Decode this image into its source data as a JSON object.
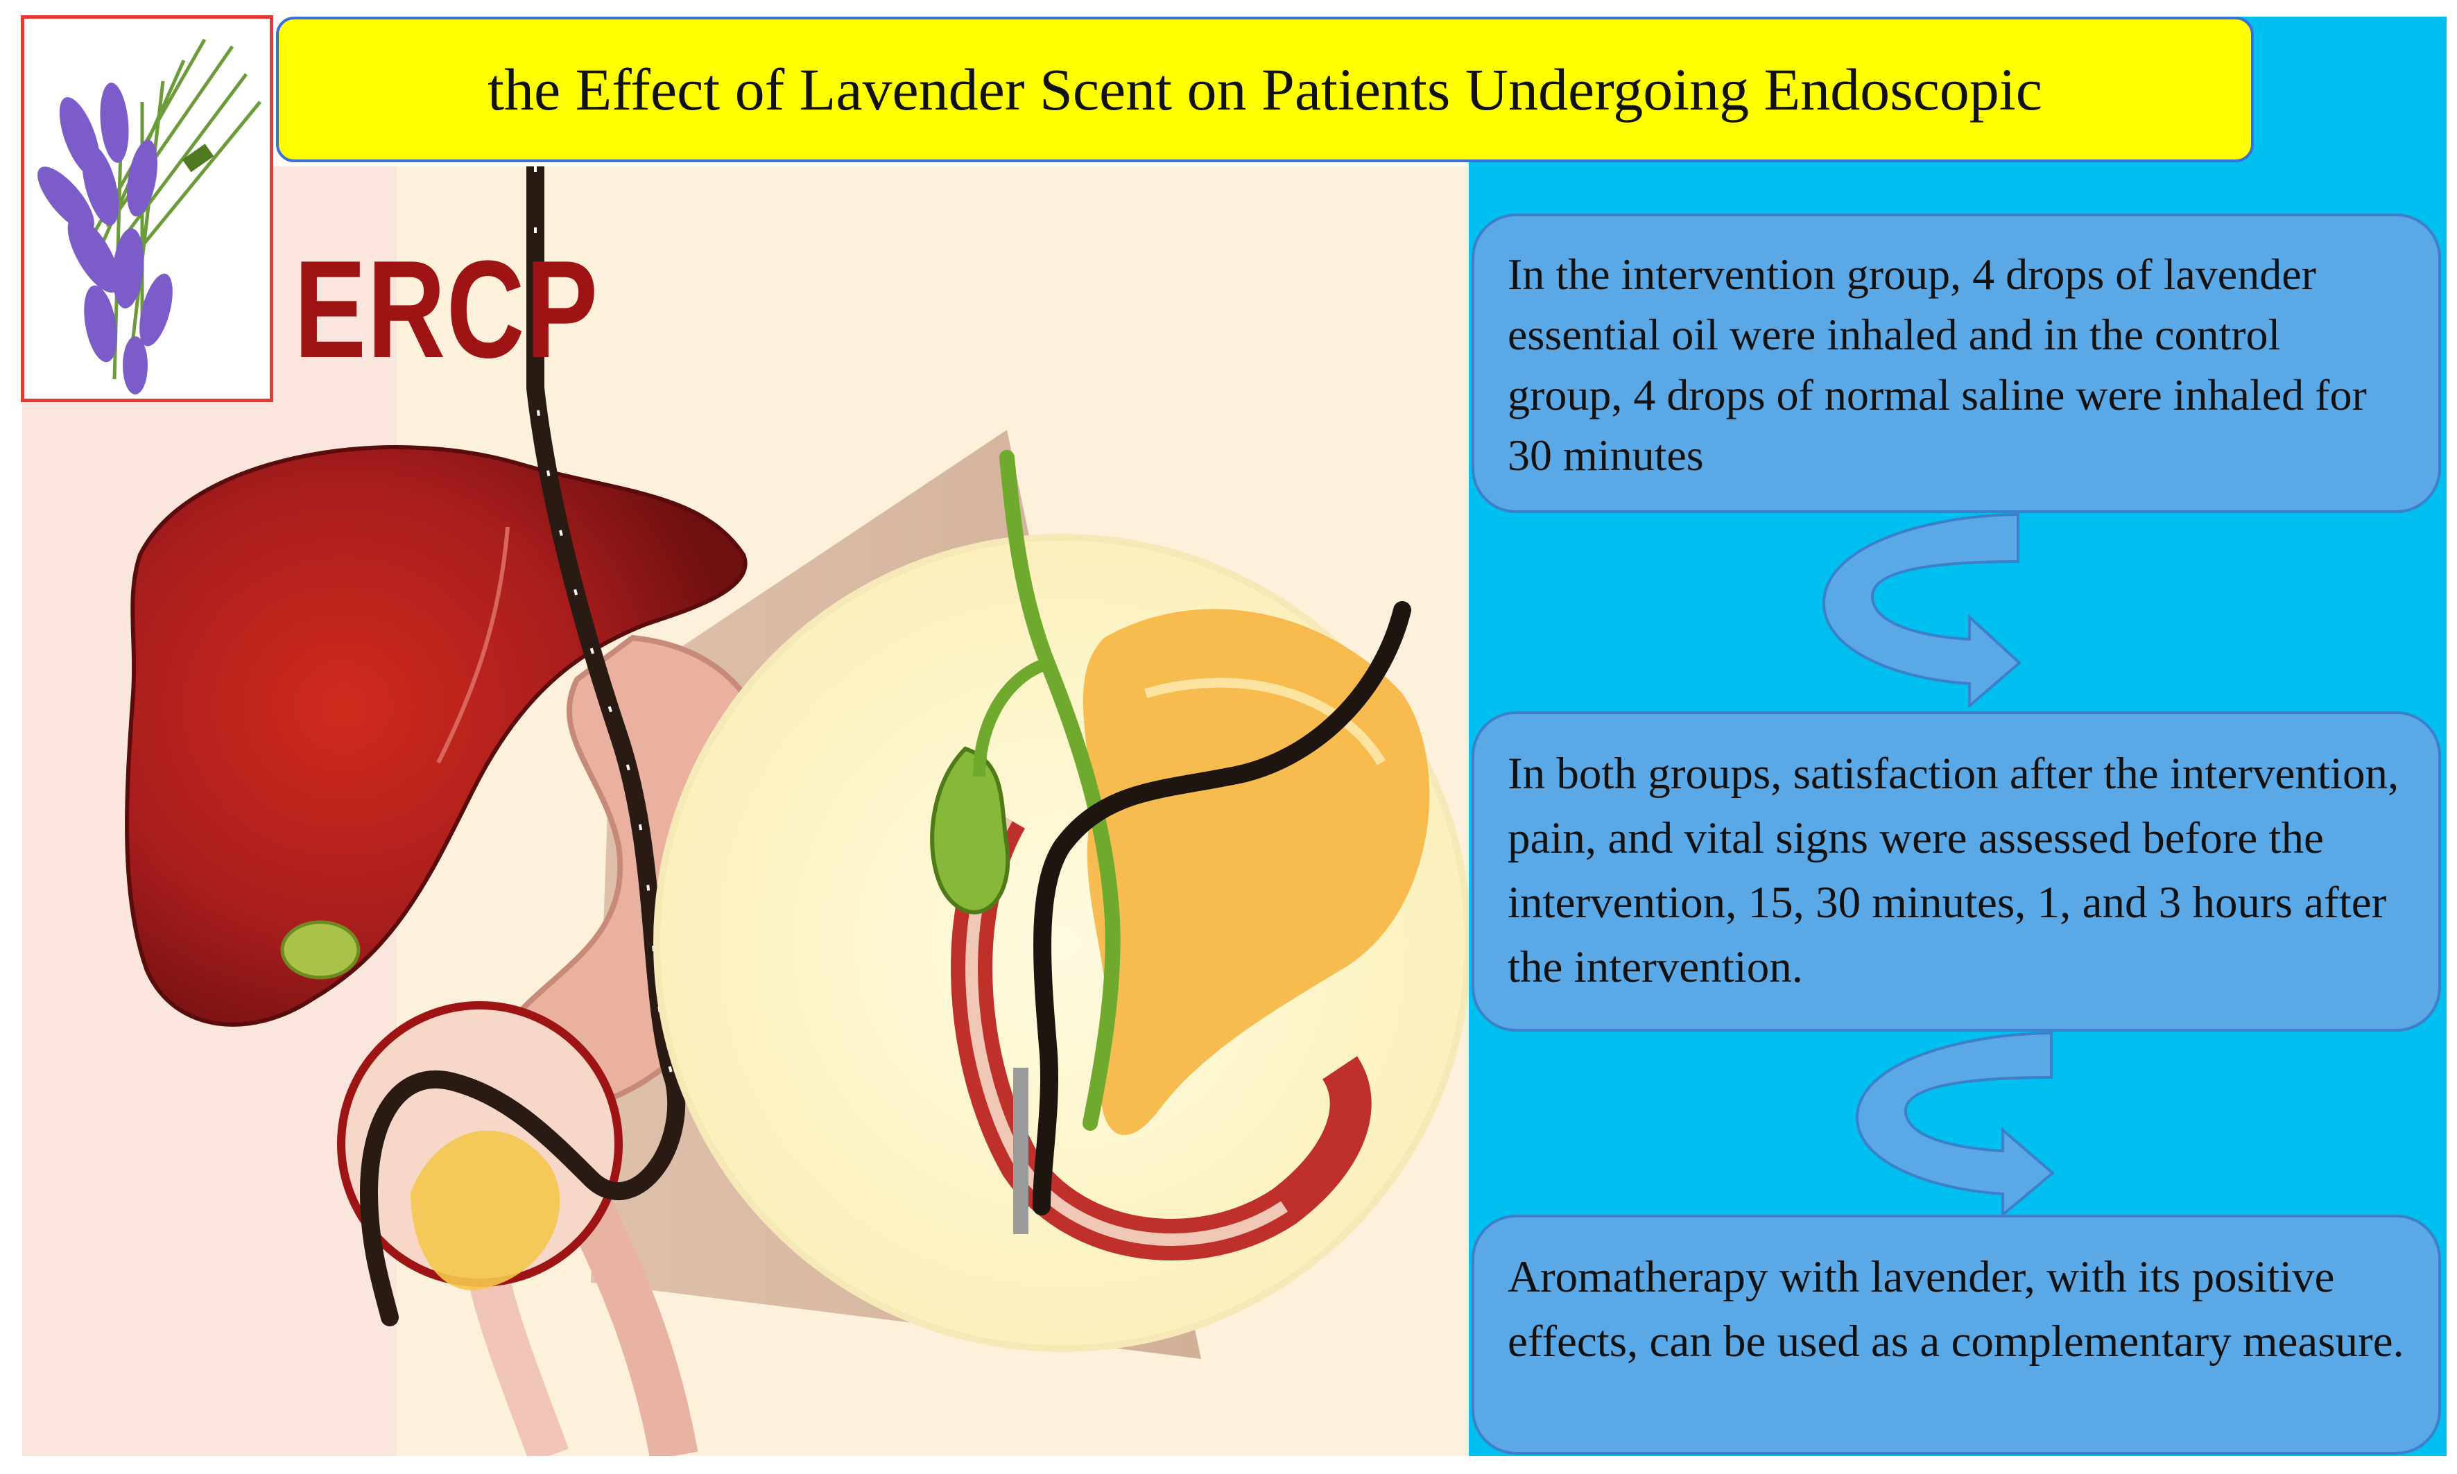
{
  "title": "the Effect of Lavender Scent on Patients Undergoing Endoscopic",
  "illustration": {
    "label": "ERCP"
  },
  "steps": [
    {
      "text": "In the intervention group, 4 drops of lavender essential oil were inhaled and in the control group, 4 drops of normal saline were inhaled for 30 minutes"
    },
    {
      "text": "In both groups, satisfaction after the intervention, pain, and vital signs were assessed before the intervention, 15, 30 minutes, 1, and 3 hours after the intervention."
    },
    {
      "text": "Aromatherapy with lavender, with its positive effects, can be used as a complementary measure."
    }
  ],
  "colors": {
    "banner": "#ffff00",
    "panel": "#00c0f2",
    "box": "#5aa9e6",
    "arrow": "#5aa9e6",
    "liver": "#9e1b1b",
    "lavender": "#7b5cc9"
  }
}
